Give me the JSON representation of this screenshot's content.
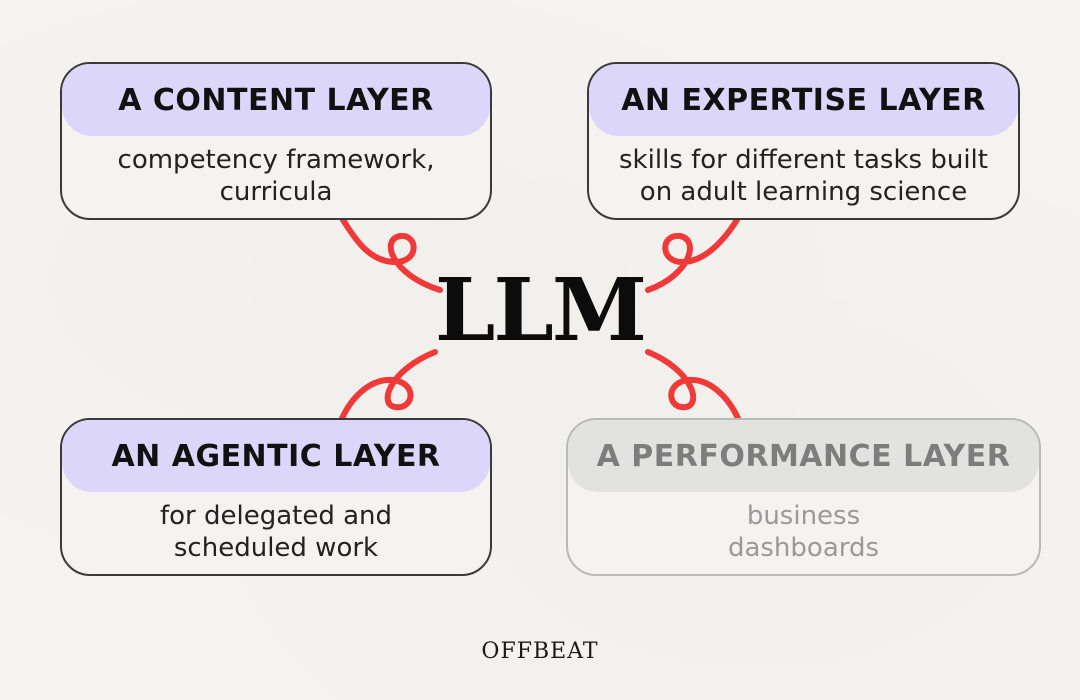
{
  "center_label": "LLM",
  "brand": "OFFBEAT",
  "layers": [
    {
      "title": "A Content Layer",
      "lines": [
        "competency framework,",
        "curricula"
      ],
      "muted": false
    },
    {
      "title": "An Expertise Layer",
      "lines": [
        "skills for different tasks built",
        "on adult learning science"
      ],
      "muted": false
    },
    {
      "title": "An Agentic Layer",
      "lines": [
        "for delegated and",
        "scheduled work"
      ],
      "muted": false
    },
    {
      "title": "A Performance Layer",
      "lines": [
        "business",
        "dashboards"
      ],
      "muted": true
    }
  ],
  "colors": {
    "background": "#f5f3ef",
    "header_fill": "#ddd6fb",
    "muted_header_fill": "#e2e2e0",
    "connector": "#f03a3a",
    "border": "#3a3a3a",
    "muted_border": "#b9b9b9"
  }
}
